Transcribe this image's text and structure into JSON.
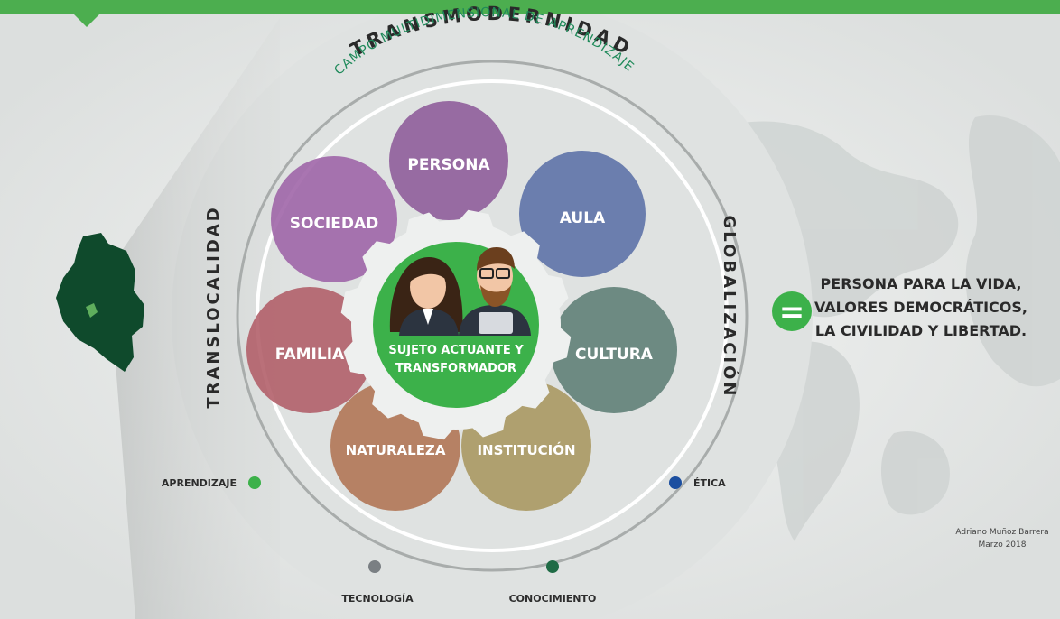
{
  "title_top": "TRANSMODERNIDAD",
  "subtitle_arc": "CAMPO MULTIDIMENSIONAL DE APRENDIZAJE",
  "side_left": "TRANSLOCALIDAD",
  "side_right": "GLOBALIZACIÓN",
  "petals": [
    {
      "label": "PERSONA",
      "color": "#8d5a98"
    },
    {
      "label": "AULA",
      "color": "#5b6fa6"
    },
    {
      "label": "CULTURA",
      "color": "#5d7d74"
    },
    {
      "label": "INSTITUCIÓN",
      "color": "#a9965e"
    },
    {
      "label": "NATURALEZA",
      "color": "#b07352"
    },
    {
      "label": "FAMILIA",
      "color": "#b05c66"
    },
    {
      "label": "SOCIEDAD",
      "color": "#9d62a6"
    }
  ],
  "center": {
    "line1": "SUJETO ACTUANTE Y",
    "line2": "TRANSFORMADOR",
    "color": "#3cb14a"
  },
  "dots": [
    {
      "label": "APRENDIZAJE",
      "color": "#3cb14a"
    },
    {
      "label": "TECNOLOGÍA",
      "color": "#7a7f83"
    },
    {
      "label": "CONOCIMIENTO",
      "color": "#1f6b45"
    },
    {
      "label": "ÉTICA",
      "color": "#1c4fa0"
    }
  ],
  "equals_symbol": "=",
  "result": {
    "line1": "PERSONA PARA LA VIDA,",
    "line2": "VALORES DEMOCRÁTICOS,",
    "line3": "LA CIVILIDAD Y LIBERTAD."
  },
  "credit": {
    "line1": "Adriano Muñoz Barrera",
    "line2": "Marzo 2018"
  },
  "colors": {
    "top_bar": "#4cae4f",
    "map_colombia": "#0f4a2c",
    "equals_circle": "#3cb14a"
  }
}
